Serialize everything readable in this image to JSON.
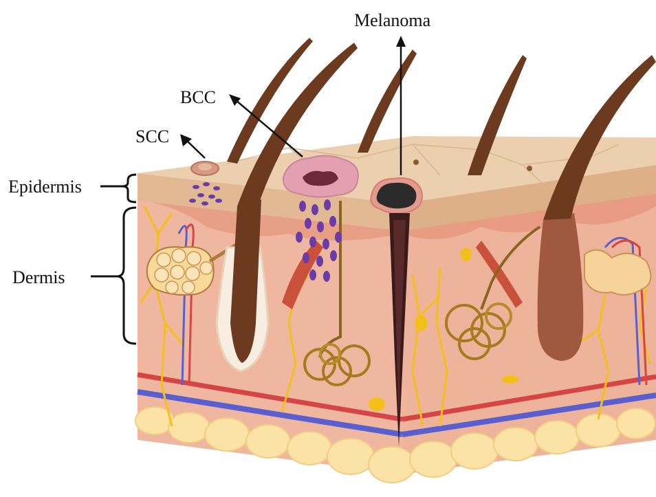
{
  "labels": {
    "melanoma": "Melanoma",
    "bcc": "BCC",
    "scc": "SCC",
    "epidermis": "Epidermis",
    "dermis": "Dermis"
  },
  "colors": {
    "skin_surface": "#eccfae",
    "epidermis_band": "#e3b994",
    "dermis": "#f0b7a0",
    "dermis_dark": "#e79f86",
    "fat": "#fbe2a6",
    "hair": "#6b3a1f",
    "nerve": "#f3c01a",
    "artery": "#d64545",
    "vein": "#5a5fcf",
    "gland": "#a9791f",
    "tumor_cells": "#6b3ba8",
    "melanoma": "#2b2b2b",
    "bcc_lesion": "#e3a0b0"
  }
}
